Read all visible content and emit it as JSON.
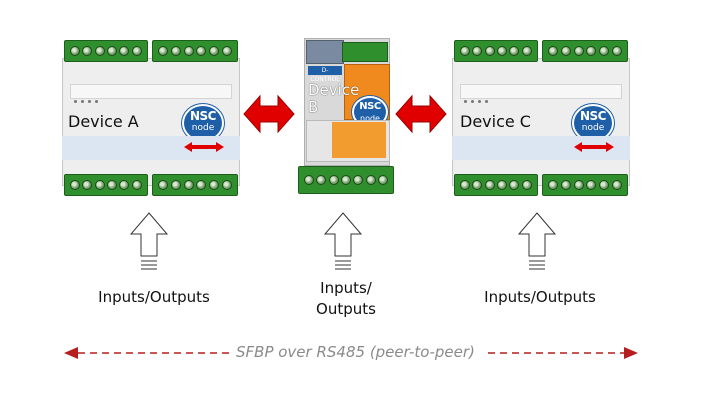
{
  "devices": {
    "a": {
      "label": "Device A"
    },
    "b": {
      "label_line1": "Device",
      "label_line2": "B",
      "brand": "D-CONTROL"
    },
    "c": {
      "label": "Device C"
    }
  },
  "logo": {
    "line1": "NSC",
    "line2": "node"
  },
  "captions": {
    "a": "Inputs/Outputs",
    "b_line1": "Inputs/",
    "b_line2": "Outputs",
    "c": "Inputs/Outputs"
  },
  "bus": {
    "label": "SFBP over RS485 (peer-to-peer)"
  },
  "colors": {
    "arrow_red": "#e00000",
    "terminal_green": "#2f8f2c",
    "bus_red": "#b51f1f",
    "logo_blue": "#1f5fa8"
  }
}
